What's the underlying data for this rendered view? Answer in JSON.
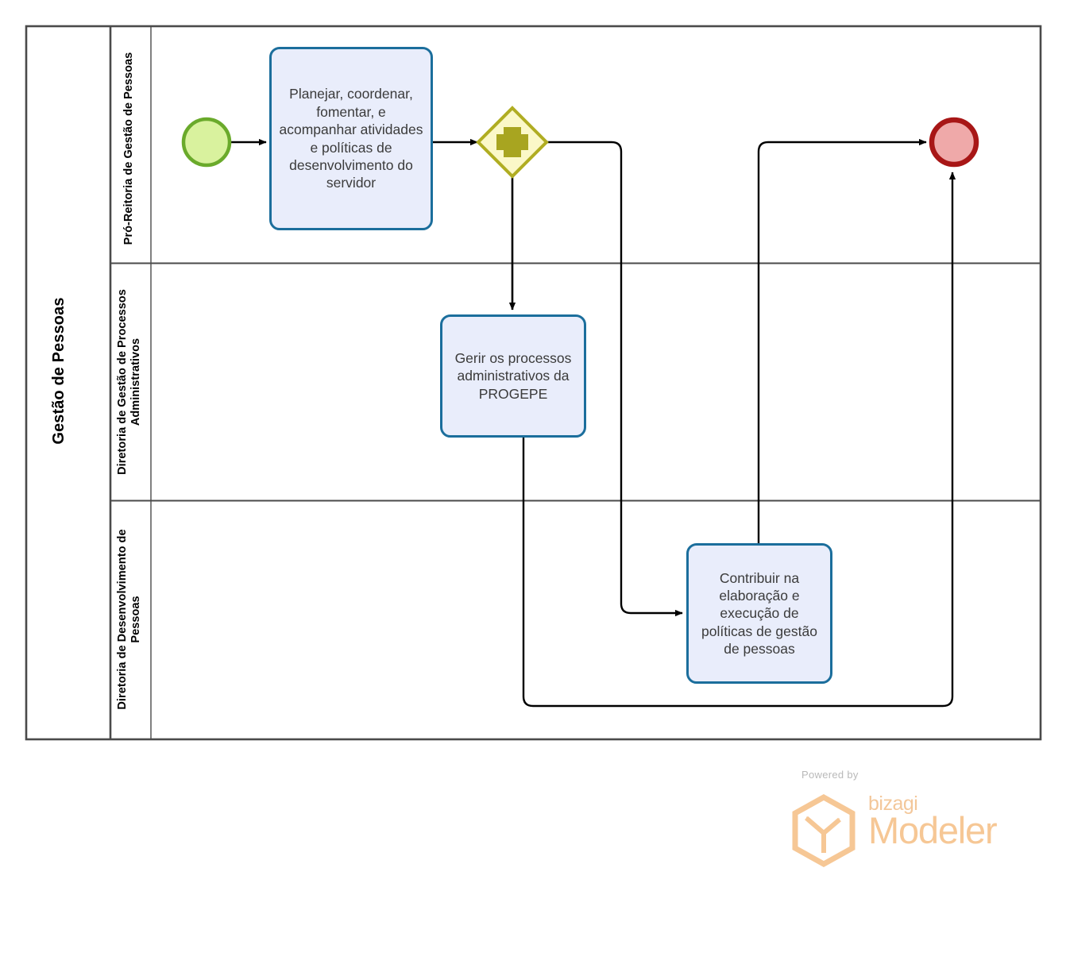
{
  "diagram": {
    "type": "bpmn-process-diagram",
    "pool": {
      "label": "Gestão de Pessoas"
    },
    "lanes": [
      {
        "id": "lane-pro-reitoria",
        "label": "Pró-Reitoria de Gestão de Pessoas"
      },
      {
        "id": "lane-processos-adm",
        "label": "Diretoria de Gestão de Processos Administrativos"
      },
      {
        "id": "lane-desenvolvimento",
        "label": "Diretoria de Desenvolvimento de Pessoas"
      }
    ],
    "events": [
      {
        "id": "start-event",
        "kind": "start",
        "lane": "lane-pro-reitoria",
        "fill": "#d9f29e",
        "stroke": "#6aaa2b"
      },
      {
        "id": "end-event",
        "kind": "end",
        "lane": "lane-pro-reitoria",
        "fill": "#efa9a9",
        "stroke": "#a81616"
      }
    ],
    "gateways": [
      {
        "id": "parallel-gateway",
        "kind": "parallel",
        "symbol": "+",
        "lane": "lane-pro-reitoria",
        "fill": "#fbf8c8",
        "stroke": "#b0ad22"
      }
    ],
    "tasks": [
      {
        "id": "task-planejar",
        "lane": "lane-pro-reitoria",
        "label": "Planejar, coordenar, fomentar, e acompanhar atividades e políticas de desenvolvimento do servidor"
      },
      {
        "id": "task-gerir",
        "lane": "lane-processos-adm",
        "label": "Gerir os processos administrativos da PROGEPE"
      },
      {
        "id": "task-contribuir",
        "lane": "lane-desenvolvimento",
        "label": "Contribuir na elaboração e execução de políticas de gestão de pessoas"
      }
    ],
    "flows": [
      {
        "id": "flow-start-to-planejar",
        "from": "start-event",
        "to": "task-planejar"
      },
      {
        "id": "flow-planejar-to-gateway",
        "from": "task-planejar",
        "to": "parallel-gateway"
      },
      {
        "id": "flow-gateway-to-gerir",
        "from": "parallel-gateway",
        "to": "task-gerir"
      },
      {
        "id": "flow-gateway-to-contribuir",
        "from": "parallel-gateway",
        "to": "task-contribuir"
      },
      {
        "id": "flow-contribuir-to-end",
        "from": "task-contribuir",
        "to": "end-event"
      },
      {
        "id": "flow-gerir-to-end",
        "from": "task-gerir",
        "to": "end-event"
      }
    ],
    "colors": {
      "task_fill": "#e9edfb",
      "task_stroke": "#1b6e9c",
      "pool_stroke": "#4a4a4a",
      "flow_stroke": "#000000"
    }
  },
  "watermark": {
    "powered_by": "Powered by",
    "brand": "bizagi",
    "product": "Modeler",
    "logo_color": "#f6c795"
  }
}
